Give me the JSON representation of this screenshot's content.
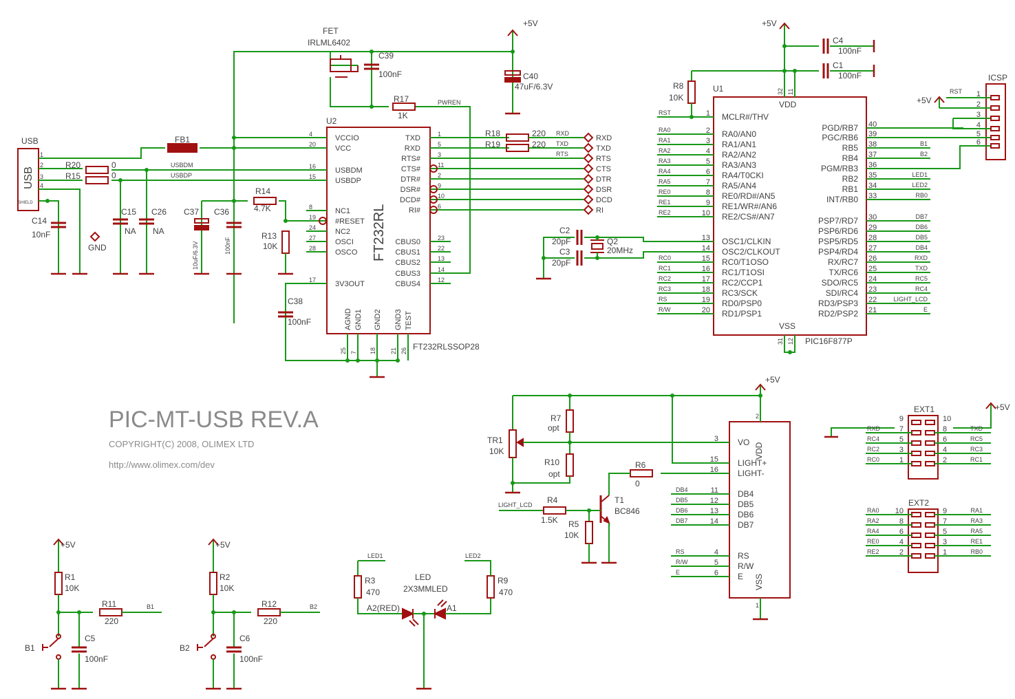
{
  "title": {
    "main": "PIC-MT-USB REV.A",
    "copyright": "COPYRIGHT(C) 2008, OLIMEX LTD",
    "url": "http://www.olimex.com/dev"
  },
  "net": {
    "vcc": "+5V",
    "gnd": "GND",
    "rst": "RST",
    "b1": "B1",
    "b2": "B2",
    "led1": "LED1",
    "led2": "LED2",
    "light_lcd": "LIGHT_LCD",
    "usbdm": "USBDM",
    "usbdp": "USBDP",
    "pwren": "PWREN",
    "rxd": "RXD",
    "txd": "TXD",
    "rts": "RTS",
    "cts": "CTS",
    "dtr": "DTR",
    "dsr": "DSR",
    "dcd": "DCD",
    "ri": "RI",
    "e": "E",
    "rs": "RS",
    "rw": "R/W"
  },
  "parts": {
    "fet": {
      "name": "FET",
      "value": "IRLML6402"
    },
    "c39": {
      "name": "C39",
      "value": "100nF"
    },
    "c40": {
      "name": "C40",
      "value": "47uF/6.3V"
    },
    "r17": {
      "name": "R17",
      "value": "1K"
    },
    "usb": {
      "name": "USB",
      "label": "USB",
      "shield": "SHIELD"
    },
    "fb1": {
      "name": "FB1"
    },
    "r20": {
      "name": "R20",
      "value": "0"
    },
    "r15": {
      "name": "R15",
      "value": "0"
    },
    "c14": {
      "name": "C14",
      "value": "10nF"
    },
    "c15": {
      "name": "C15",
      "value": "NA"
    },
    "c26": {
      "name": "C26",
      "value": "NA"
    },
    "c37": {
      "name": "C37",
      "value": "10uF/6.3V"
    },
    "c36": {
      "name": "C36",
      "value": "100nF"
    },
    "r14": {
      "name": "R14",
      "value": "4.7K"
    },
    "r13": {
      "name": "R13",
      "value": "10K"
    },
    "c38": {
      "name": "C38",
      "value": "100nF"
    },
    "u2": {
      "name": "U2",
      "chip": "FT232RL",
      "package": "FT232RLSSOP28"
    },
    "r18": {
      "name": "R18",
      "value": "220"
    },
    "r19": {
      "name": "R19",
      "value": "220"
    },
    "u1": {
      "name": "U1",
      "chip": "PIC16F877P"
    },
    "r8": {
      "name": "R8",
      "value": "10K"
    },
    "c4": {
      "name": "C4",
      "value": "100nF"
    },
    "c1": {
      "name": "C1",
      "value": "100nF"
    },
    "c2": {
      "name": "C2",
      "value": "20pF"
    },
    "c3": {
      "name": "C3",
      "value": "20pF"
    },
    "q2": {
      "name": "Q2",
      "value": "20MHz"
    },
    "icsp": {
      "name": "ICSP"
    },
    "tr1": {
      "name": "TR1",
      "value": "10K"
    },
    "r7": {
      "name": "R7",
      "value": "opt"
    },
    "r10": {
      "name": "R10",
      "value": "opt"
    },
    "r6": {
      "name": "R6",
      "value": "0"
    },
    "r4": {
      "name": "R4",
      "value": "1.5K"
    },
    "r5": {
      "name": "R5",
      "value": "10K"
    },
    "t1": {
      "name": "T1",
      "value": "BC846"
    },
    "ext1": {
      "name": "EXT1"
    },
    "ext2": {
      "name": "EXT2"
    },
    "r1": {
      "name": "R1",
      "value": "10K"
    },
    "r11": {
      "name": "R11",
      "value": "220"
    },
    "c5": {
      "name": "C5",
      "value": "100nF"
    },
    "b1": {
      "name": "B1"
    },
    "r2": {
      "name": "R2",
      "value": "10K"
    },
    "r12": {
      "name": "R12",
      "value": "220"
    },
    "c6": {
      "name": "C6",
      "value": "100nF"
    },
    "b2": {
      "name": "B2"
    },
    "r3": {
      "name": "R3",
      "value": "470"
    },
    "r9": {
      "name": "R9",
      "value": "470"
    },
    "led": {
      "name": "LED",
      "value": "2X3MMLED",
      "a2": "A2(RED)",
      "a1": "A1"
    }
  },
  "u2_left": [
    {
      "num": "4",
      "name": "VCCIO"
    },
    {
      "num": "20",
      "name": "VCC"
    },
    {
      "num": "16",
      "name": "USBDM"
    },
    {
      "num": "15",
      "name": "USBDP"
    },
    {
      "num": "8",
      "name": "NC1"
    },
    {
      "num": "19",
      "name": "#RESET"
    },
    {
      "num": "24",
      "name": "NC2"
    },
    {
      "num": "27",
      "name": "OSCI"
    },
    {
      "num": "28",
      "name": "OSCO"
    },
    {
      "num": "17",
      "name": "3V3OUT"
    }
  ],
  "u2_right": [
    {
      "num": "1",
      "name": "TXD"
    },
    {
      "num": "5",
      "name": "RXD"
    },
    {
      "num": "3",
      "name": "RTS#"
    },
    {
      "num": "11",
      "name": "CTS#"
    },
    {
      "num": "2",
      "name": "DTR#"
    },
    {
      "num": "9",
      "name": "DSR#"
    },
    {
      "num": "10",
      "name": "DCD#"
    },
    {
      "num": "6",
      "name": "RI#"
    },
    {
      "num": "23",
      "name": "CBUS0"
    },
    {
      "num": "22",
      "name": "CBUS1"
    },
    {
      "num": "13",
      "name": "CBUS2"
    },
    {
      "num": "14",
      "name": "CBUS3"
    },
    {
      "num": "12",
      "name": "CBUS4"
    }
  ],
  "u2_bottom": [
    {
      "num": "25",
      "name": "AGND"
    },
    {
      "num": "7",
      "name": "GND1"
    },
    {
      "num": "18",
      "name": "GND2"
    },
    {
      "num": "21",
      "name": "GND3"
    },
    {
      "num": "26",
      "name": "TEST"
    }
  ],
  "u1_left": [
    {
      "num": "1",
      "name": "MCLR#/THV",
      "net": "RST"
    },
    {
      "num": "2",
      "name": "RA0/AN0",
      "net": "RA0"
    },
    {
      "num": "3",
      "name": "RA1/AN1",
      "net": "RA1"
    },
    {
      "num": "4",
      "name": "RA2/AN2",
      "net": "RA2"
    },
    {
      "num": "5",
      "name": "RA3/AN3",
      "net": "RA3"
    },
    {
      "num": "6",
      "name": "RA4/T0CKI",
      "net": "RA4"
    },
    {
      "num": "7",
      "name": "RA5/AN4",
      "net": "RA5"
    },
    {
      "num": "8",
      "name": "RE0/RD#/AN5",
      "net": "RE0"
    },
    {
      "num": "9",
      "name": "RE1/WR#/AN6",
      "net": "RE1"
    },
    {
      "num": "10",
      "name": "RE2/CS#/AN7",
      "net": "RE2"
    },
    {
      "num": "13",
      "name": "OSC1/CLKIN",
      "net": ""
    },
    {
      "num": "14",
      "name": "OSC2/CLKOUT",
      "net": ""
    },
    {
      "num": "15",
      "name": "RC0/T1OSO",
      "net": "RC0"
    },
    {
      "num": "16",
      "name": "RC1/T1OSI",
      "net": "RC1"
    },
    {
      "num": "17",
      "name": "RC2/CCP1",
      "net": "RC2"
    },
    {
      "num": "18",
      "name": "RC3/SCK",
      "net": "RC3"
    },
    {
      "num": "19",
      "name": "RD0/PSP0",
      "net": "RS"
    },
    {
      "num": "20",
      "name": "RD1/PSP1",
      "net": "R/W"
    }
  ],
  "u1_right": [
    {
      "num": "40",
      "name": "PGD/RB7",
      "net": ""
    },
    {
      "num": "39",
      "name": "PGC/RB6",
      "net": ""
    },
    {
      "num": "38",
      "name": "RB5",
      "net": "B1"
    },
    {
      "num": "37",
      "name": "RB4",
      "net": "B2"
    },
    {
      "num": "36",
      "name": "PGM/RB3",
      "net": ""
    },
    {
      "num": "35",
      "name": "RB2",
      "net": "LED1"
    },
    {
      "num": "34",
      "name": "RB1",
      "net": "LED2"
    },
    {
      "num": "33",
      "name": "INT/RB0",
      "net": "RB0"
    },
    {
      "num": "30",
      "name": "PSP7/RD7",
      "net": "DB7"
    },
    {
      "num": "29",
      "name": "PSP6/RD6",
      "net": "DB6"
    },
    {
      "num": "28",
      "name": "PSP5/RD5",
      "net": "DB5"
    },
    {
      "num": "27",
      "name": "PSP4/RD4",
      "net": "DB4"
    },
    {
      "num": "26",
      "name": "RX/RC7",
      "net": "RXD"
    },
    {
      "num": "25",
      "name": "TX/RC6",
      "net": "TXD"
    },
    {
      "num": "24",
      "name": "SDO/RC5",
      "net": "RC5"
    },
    {
      "num": "23",
      "name": "SDI/RC4",
      "net": "RC4"
    },
    {
      "num": "22",
      "name": "RD3/PSP3",
      "net": "LIGHT_LCD"
    },
    {
      "num": "21",
      "name": "RD2/PSP2",
      "net": "E"
    }
  ],
  "u1_misc": {
    "vdd": "VDD",
    "vss": "VSS",
    "p32": "32",
    "p11": "11",
    "p31": "31",
    "p12": "12"
  },
  "icsp_pins": [
    "1",
    "2",
    "3",
    "4",
    "5",
    "6"
  ],
  "lcd_left": [
    {
      "num": "3",
      "name": "VO",
      "net": ""
    },
    {
      "num": "15",
      "name": "LIGHT+",
      "net": ""
    },
    {
      "num": "16",
      "name": "LIGHT-",
      "net": ""
    },
    {
      "num": "11",
      "name": "DB4",
      "net": "DB4"
    },
    {
      "num": "12",
      "name": "DB5",
      "net": "DB5"
    },
    {
      "num": "13",
      "name": "DB6",
      "net": "DB6"
    },
    {
      "num": "14",
      "name": "DB7",
      "net": "DB7"
    },
    {
      "num": "4",
      "name": "RS",
      "net": "RS"
    },
    {
      "num": "5",
      "name": "R/W",
      "net": "R/W"
    },
    {
      "num": "6",
      "name": "E",
      "net": "E"
    }
  ],
  "lcd_misc": {
    "vdd": "VDD",
    "vss": "VSS",
    "p2": "2",
    "p1": "1"
  },
  "ext1_rows": [
    {
      "ln": "9",
      "lnet": "",
      "rn": "10",
      "rnet": ""
    },
    {
      "ln": "7",
      "lnet": "RXD",
      "rn": "8",
      "rnet": "TXD"
    },
    {
      "ln": "5",
      "lnet": "RC4",
      "rn": "6",
      "rnet": "RC5"
    },
    {
      "ln": "3",
      "lnet": "RC2",
      "rn": "4",
      "rnet": "RC3"
    },
    {
      "ln": "1",
      "lnet": "RC0",
      "rn": "2",
      "rnet": "RC1"
    }
  ],
  "ext2_rows": [
    {
      "ln": "10",
      "lnet": "RA0",
      "rn": "9",
      "rnet": "RA1"
    },
    {
      "ln": "8",
      "lnet": "RA2",
      "rn": "7",
      "rnet": "RA3"
    },
    {
      "ln": "6",
      "lnet": "RA4",
      "rn": "5",
      "rnet": "RA5"
    },
    {
      "ln": "4",
      "lnet": "RE0",
      "rn": "3",
      "rnet": "RE1"
    },
    {
      "ln": "2",
      "lnet": "RE2",
      "rn": "1",
      "rnet": "RB0"
    }
  ],
  "usb_pins": [
    "1",
    "2",
    "3",
    "4"
  ],
  "serial_labels": [
    "RXD",
    "TXD",
    "RTS",
    "CTS",
    "DTR",
    "DSR",
    "DCD",
    "RI"
  ],
  "colors": {
    "wire": "#179817",
    "part": "#a01010",
    "text": "#404040",
    "title": "#8a8a8a"
  }
}
